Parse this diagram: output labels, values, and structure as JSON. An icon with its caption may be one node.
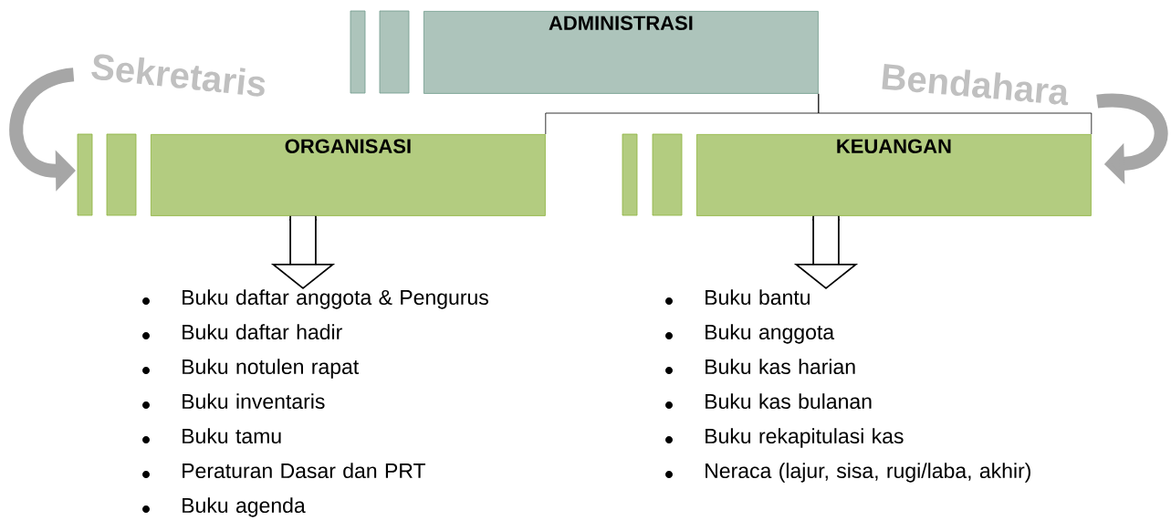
{
  "diagram": {
    "nodes": [
      {
        "text": [
          "ADMINISTRASI"
        ]
      },
      {
        "text": [
          "ORGANISASI"
        ]
      },
      {
        "text": [
          "KEUANGAN"
        ]
      },
      {
        "text": [
          "Sekretaris"
        ]
      },
      {
        "text": [
          "Bendahara"
        ]
      },
      {
        "text": [
          "Buku daftar anggota & Pengurus",
          "Buku daftar hadir",
          "Buku notulen rapat",
          "Buku inventaris",
          "Buku tamu",
          "Peraturan Dasar dan PRT",
          "Buku agenda"
        ]
      },
      {
        "text": [
          "Buku bantu",
          "Buku anggota",
          "Buku kas harian",
          "Buku kas bulanan",
          "Buku rekapitulasi kas",
          "Neraca (lajur, sisa, rugi/laba, akhir)"
        ]
      }
    ],
    "edges": [
      {
        "from": 0,
        "to": 1,
        "arrow": "none"
      },
      {
        "from": 0,
        "to": 2,
        "arrow": "none"
      },
      {
        "from": 3,
        "to": 1,
        "arrow": "to",
        "color": "#a6a6a6"
      },
      {
        "from": 4,
        "to": 2,
        "arrow": "to",
        "color": "#a6a6a6"
      },
      {
        "from": 1,
        "to": 5,
        "arrow": "to",
        "style": "thick"
      },
      {
        "from": 2,
        "to": 6,
        "arrow": "to",
        "style": "thick"
      }
    ]
  }
}
